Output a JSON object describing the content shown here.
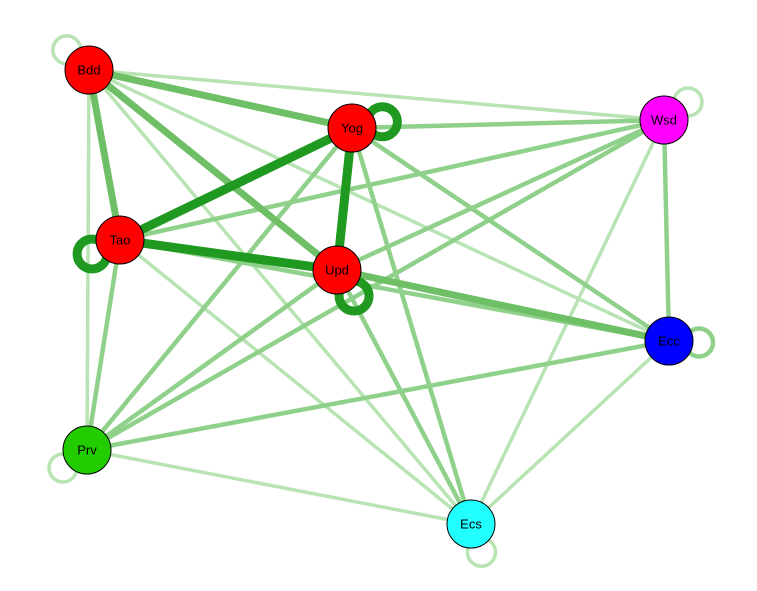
{
  "nodes": [
    {
      "id": "Bdd",
      "label": "Bdd",
      "color": "#ff0000"
    },
    {
      "id": "Yog",
      "label": "Yog",
      "color": "#ff0000"
    },
    {
      "id": "Wsd",
      "label": "Wsd",
      "color": "#ff00ff"
    },
    {
      "id": "Tao",
      "label": "Tao",
      "color": "#ff0000"
    },
    {
      "id": "Upd",
      "label": "Upd",
      "color": "#ff0000"
    },
    {
      "id": "Ecc",
      "label": "Ecc",
      "color": "#0000ff"
    },
    {
      "id": "Prv",
      "label": "Prv",
      "color": "#22cc00"
    },
    {
      "id": "Ecs",
      "label": "Ecs",
      "color": "#22ffff"
    }
  ],
  "edges": [
    {
      "source": "Bdd",
      "target": "Yog",
      "strength": 3
    },
    {
      "source": "Bdd",
      "target": "Tao",
      "strength": 3
    },
    {
      "source": "Bdd",
      "target": "Upd",
      "strength": 3
    },
    {
      "source": "Bdd",
      "target": "Wsd",
      "strength": 1
    },
    {
      "source": "Bdd",
      "target": "Prv",
      "strength": 1
    },
    {
      "source": "Bdd",
      "target": "Ecc",
      "strength": 1
    },
    {
      "source": "Bdd",
      "target": "Ecs",
      "strength": 1
    },
    {
      "source": "Yog",
      "target": "Tao",
      "strength": 4
    },
    {
      "source": "Yog",
      "target": "Upd",
      "strength": 4
    },
    {
      "source": "Yog",
      "target": "Wsd",
      "strength": 2
    },
    {
      "source": "Yog",
      "target": "Ecc",
      "strength": 2
    },
    {
      "source": "Yog",
      "target": "Ecs",
      "strength": 2
    },
    {
      "source": "Yog",
      "target": "Prv",
      "strength": 2
    },
    {
      "source": "Tao",
      "target": "Upd",
      "strength": 4
    },
    {
      "source": "Tao",
      "target": "Wsd",
      "strength": 2
    },
    {
      "source": "Tao",
      "target": "Prv",
      "strength": 2
    },
    {
      "source": "Tao",
      "target": "Ecc",
      "strength": 2
    },
    {
      "source": "Tao",
      "target": "Ecs",
      "strength": 1
    },
    {
      "source": "Upd",
      "target": "Ecc",
      "strength": 3
    },
    {
      "source": "Upd",
      "target": "Wsd",
      "strength": 2
    },
    {
      "source": "Upd",
      "target": "Prv",
      "strength": 2
    },
    {
      "source": "Upd",
      "target": "Ecs",
      "strength": 2
    },
    {
      "source": "Wsd",
      "target": "Ecc",
      "strength": 2
    },
    {
      "source": "Wsd",
      "target": "Prv",
      "strength": 2
    },
    {
      "source": "Wsd",
      "target": "Ecs",
      "strength": 1
    },
    {
      "source": "Ecc",
      "target": "Prv",
      "strength": 2
    },
    {
      "source": "Ecc",
      "target": "Ecs",
      "strength": 1
    },
    {
      "source": "Prv",
      "target": "Ecs",
      "strength": 1
    }
  ],
  "self_loops": [
    {
      "node": "Bdd",
      "strength": 1
    },
    {
      "node": "Yog",
      "strength": 4
    },
    {
      "node": "Wsd",
      "strength": 1
    },
    {
      "node": "Tao",
      "strength": 4
    },
    {
      "node": "Upd",
      "strength": 4
    },
    {
      "node": "Ecc",
      "strength": 2
    },
    {
      "node": "Prv",
      "strength": 1
    },
    {
      "node": "Ecs",
      "strength": 1
    }
  ],
  "colors": {
    "edge_by_strength": {
      "1": "#b8e3b2",
      "2": "#8fd18a",
      "3": "#6fbf66",
      "4": "#1f991f"
    },
    "node_stroke": "#000000"
  }
}
